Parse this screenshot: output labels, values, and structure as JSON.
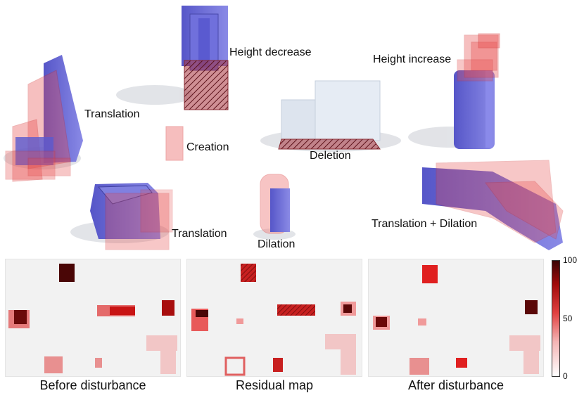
{
  "scene": {
    "labels": {
      "height_decrease": "Height decrease",
      "height_increase": "Height increase",
      "translation_1": "Translation",
      "creation": "Creation",
      "deletion": "Deletion",
      "translation_2": "Translation",
      "dilation": "Dilation",
      "translation_dilation": "Translation + Dilation"
    }
  },
  "panels": {
    "before": "Before disturbance",
    "residual": "Residual map",
    "after": "After disturbance"
  },
  "colorbar": {
    "max": "100",
    "mid": "50",
    "min": "0"
  },
  "colors": {
    "building_blue": "#6a6ad6",
    "building_red": "#e83a3a",
    "map_bg": "#f2f2f2"
  }
}
